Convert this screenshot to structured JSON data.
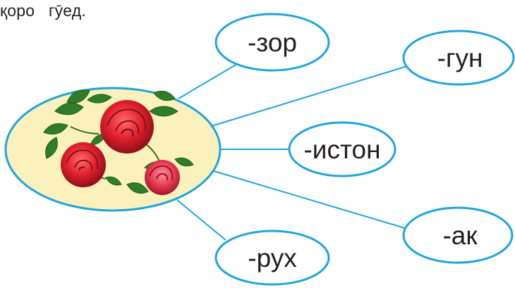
{
  "instruction": "қоро   гӯед.",
  "center_image": "rose-bouquet-icon",
  "suffixes": [
    "-зор",
    "-гун",
    "-истон",
    "-ак",
    "-рух"
  ],
  "colors": {
    "ellipse_stroke": "#1ea5dd",
    "center_fill": "#fbf1bd",
    "connector": "#1ea5dd",
    "text": "#231f20"
  }
}
